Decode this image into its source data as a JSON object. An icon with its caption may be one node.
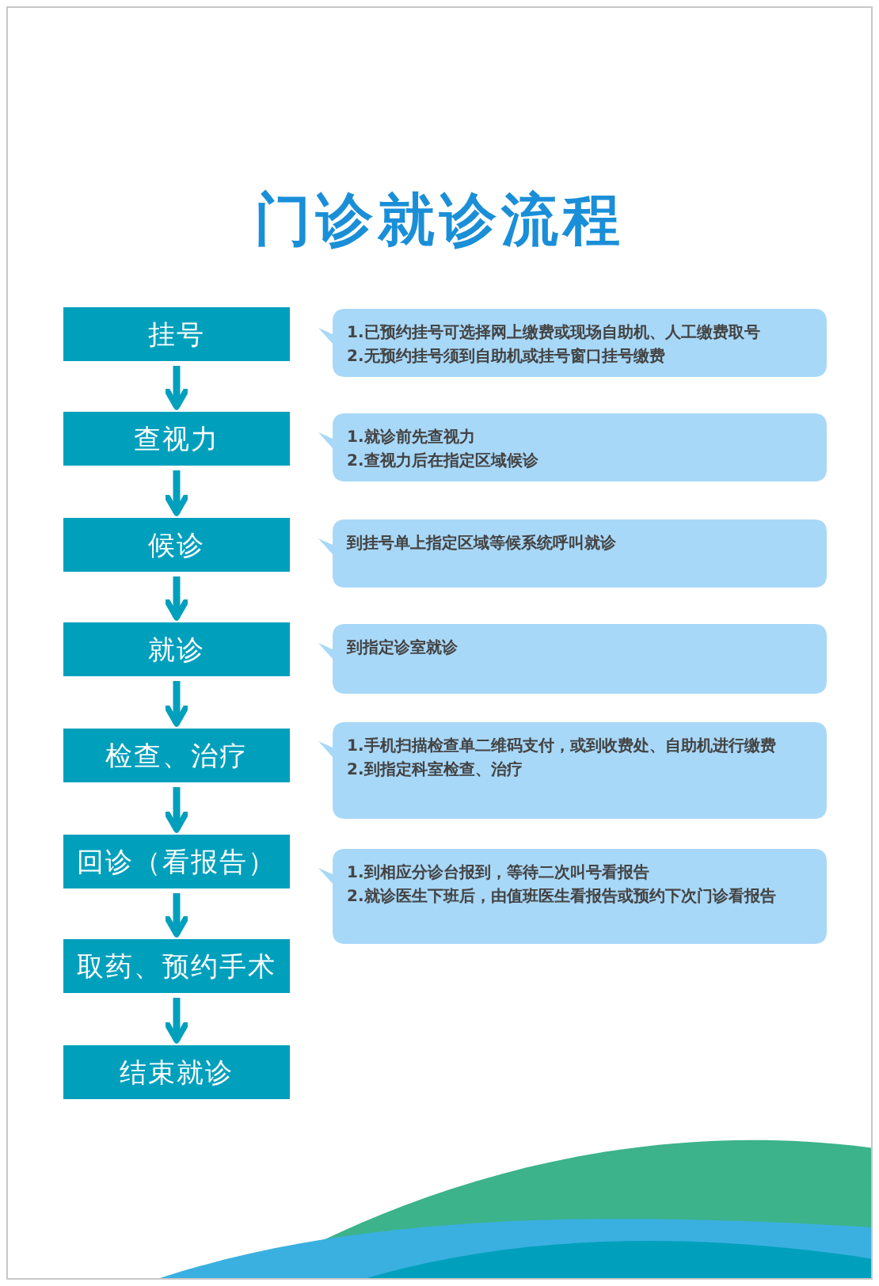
{
  "diagram": {
    "title": "门诊就诊流程",
    "nodes": [
      {
        "text": [
          "挂号"
        ]
      },
      {
        "text": [
          "查视力"
        ]
      },
      {
        "text": [
          "候诊"
        ]
      },
      {
        "text": [
          "就诊"
        ]
      },
      {
        "text": [
          "检查、治疗"
        ]
      },
      {
        "text": [
          "回诊（看报告）"
        ]
      },
      {
        "text": [
          "取药、预约手术"
        ]
      },
      {
        "text": [
          "结束就诊"
        ]
      },
      {
        "text": [
          "1.已预约挂号可选择网上缴费或现场自助机、人工缴费取号",
          "2.无预约挂号须到自助机或挂号窗口挂号缴费"
        ]
      },
      {
        "text": [
          "1.就诊前先查视力",
          "2.查视力后在指定区域候诊"
        ]
      },
      {
        "text": [
          "到挂号单上指定区域等候系统呼叫就诊"
        ]
      },
      {
        "text": [
          "到指定诊室就诊"
        ]
      },
      {
        "text": [
          "1.手机扫描检查单二维码支付，或到收费处、自助机进行缴费",
          "2.到指定科室检查、治疗"
        ]
      },
      {
        "text": [
          "1.到相应分诊台报到，等待二次叫号看报告",
          "2.就诊医生下班后，由值班医生看报告或预约下次门诊看报告"
        ]
      }
    ],
    "edges": [
      {
        "from": 0,
        "to": 1,
        "arrow": "to"
      },
      {
        "from": 1,
        "to": 2,
        "arrow": "to"
      },
      {
        "from": 2,
        "to": 3,
        "arrow": "to"
      },
      {
        "from": 3,
        "to": 4,
        "arrow": "to"
      },
      {
        "from": 4,
        "to": 5,
        "arrow": "to"
      },
      {
        "from": 5,
        "to": 6,
        "arrow": "to"
      },
      {
        "from": 6,
        "to": 7,
        "arrow": "to"
      }
    ]
  }
}
